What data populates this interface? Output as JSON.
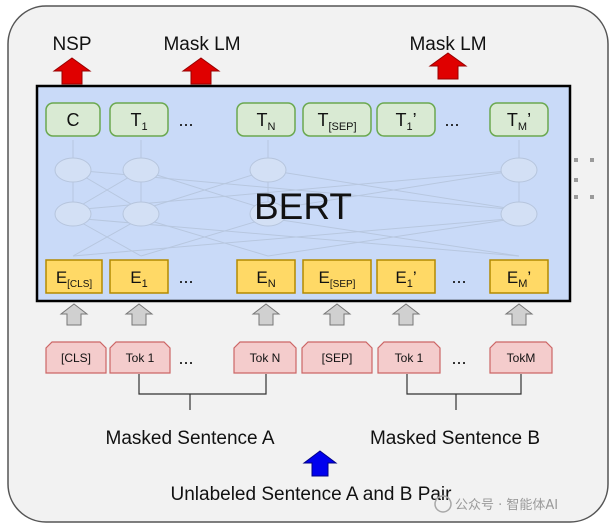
{
  "outputs": {
    "nsp": "NSP",
    "mask_lm_1": "Mask LM",
    "mask_lm_2": "Mask LM"
  },
  "model": {
    "name": "BERT",
    "ellipsis": "..."
  },
  "output_tokens": [
    {
      "base": "C",
      "sub": "",
      "prime": ""
    },
    {
      "base": "T",
      "sub": "1",
      "prime": ""
    },
    {
      "base": "T",
      "sub": "N",
      "prime": ""
    },
    {
      "base": "T",
      "sub": "[SEP]",
      "prime": ""
    },
    {
      "base": "T",
      "sub": "1",
      "prime": "’"
    },
    {
      "base": "T",
      "sub": "M",
      "prime": "’"
    }
  ],
  "embeddings": [
    {
      "base": "E",
      "sub": "[CLS]",
      "prime": ""
    },
    {
      "base": "E",
      "sub": "1",
      "prime": ""
    },
    {
      "base": "E",
      "sub": "N",
      "prime": ""
    },
    {
      "base": "E",
      "sub": "[SEP]",
      "prime": ""
    },
    {
      "base": "E",
      "sub": "1",
      "prime": "’"
    },
    {
      "base": "E",
      "sub": "M",
      "prime": "’"
    }
  ],
  "input_tokens": [
    "[CLS]",
    "Tok 1",
    "Tok N",
    "[SEP]",
    "Tok 1",
    "TokM"
  ],
  "sentences": {
    "a": "Masked Sentence A",
    "b": "Masked Sentence B",
    "pair": "Unlabeled Sentence A and B Pair"
  },
  "watermark": "公众号 · 智能体AI",
  "colors": {
    "panel_bg": "#f2f2f2",
    "bert_bg": "#c9daf8",
    "output_box": "#d9ead3",
    "output_border": "#6aa84f",
    "embed_box": "#ffd966",
    "embed_border": "#b48a00",
    "input_box": "#f4cccc",
    "input_border": "#cc6666",
    "red_arrow": "#e00000",
    "blue_arrow": "#0000ee",
    "gray_arrow": "#d0d0d0"
  }
}
